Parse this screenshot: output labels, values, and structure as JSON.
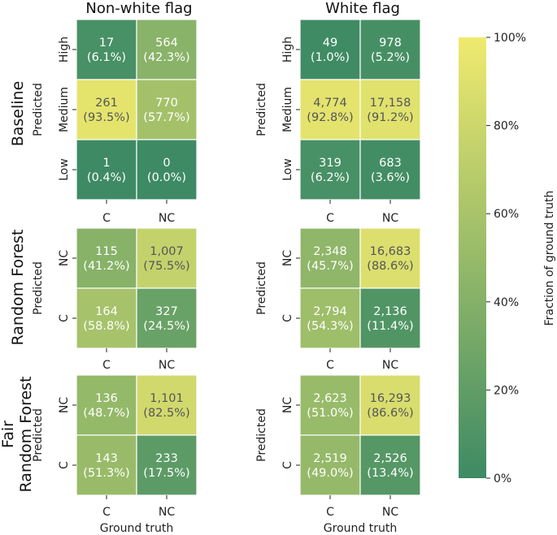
{
  "chart_data": {
    "type": "heatmap",
    "colorbar": {
      "label": "Fraction of ground truth",
      "ticks": [
        "0%",
        "20%",
        "40%",
        "60%",
        "80%",
        "100%"
      ],
      "range": [
        0,
        1
      ],
      "colors": [
        "#3d8a64",
        "#f0ea6e"
      ]
    },
    "column_titles": [
      "Non-white flag",
      "White flag"
    ],
    "x_label": "Ground truth",
    "y_label": "Predicted",
    "x_categories": [
      "C",
      "NC"
    ],
    "blocks": [
      {
        "row_title": [
          "Baseline"
        ],
        "y_categories": [
          "High",
          "Medium",
          "Low"
        ],
        "panels": [
          {
            "cells": [
              [
                {
                  "count": "17",
                  "pct": "(6.1%)",
                  "frac": 0.061
                },
                {
                  "count": "564",
                  "pct": "(42.3%)",
                  "frac": 0.423
                }
              ],
              [
                {
                  "count": "261",
                  "pct": "(93.5%)",
                  "frac": 0.935
                },
                {
                  "count": "770",
                  "pct": "(57.7%)",
                  "frac": 0.577
                }
              ],
              [
                {
                  "count": "1",
                  "pct": "(0.4%)",
                  "frac": 0.004
                },
                {
                  "count": "0",
                  "pct": "(0.0%)",
                  "frac": 0.0
                }
              ]
            ]
          },
          {
            "cells": [
              [
                {
                  "count": "49",
                  "pct": "(1.0%)",
                  "frac": 0.01
                },
                {
                  "count": "978",
                  "pct": "(5.2%)",
                  "frac": 0.052
                }
              ],
              [
                {
                  "count": "4,774",
                  "pct": "(92.8%)",
                  "frac": 0.928
                },
                {
                  "count": "17,158",
                  "pct": "(91.2%)",
                  "frac": 0.912
                }
              ],
              [
                {
                  "count": "319",
                  "pct": "(6.2%)",
                  "frac": 0.062
                },
                {
                  "count": "683",
                  "pct": "(3.6%)",
                  "frac": 0.036
                }
              ]
            ]
          }
        ]
      },
      {
        "row_title": [
          "Random Forest"
        ],
        "y_categories": [
          "NC",
          "C"
        ],
        "panels": [
          {
            "cells": [
              [
                {
                  "count": "115",
                  "pct": "(41.2%)",
                  "frac": 0.412
                },
                {
                  "count": "1,007",
                  "pct": "(75.5%)",
                  "frac": 0.755
                }
              ],
              [
                {
                  "count": "164",
                  "pct": "(58.8%)",
                  "frac": 0.588
                },
                {
                  "count": "327",
                  "pct": "(24.5%)",
                  "frac": 0.245
                }
              ]
            ]
          },
          {
            "cells": [
              [
                {
                  "count": "2,348",
                  "pct": "(45.7%)",
                  "frac": 0.457
                },
                {
                  "count": "16,683",
                  "pct": "(88.6%)",
                  "frac": 0.886
                }
              ],
              [
                {
                  "count": "2,794",
                  "pct": "(54.3%)",
                  "frac": 0.543
                },
                {
                  "count": "2,136",
                  "pct": "(11.4%)",
                  "frac": 0.114
                }
              ]
            ]
          }
        ]
      },
      {
        "row_title": [
          "Fair",
          "Random Forest"
        ],
        "y_categories": [
          "NC",
          "C"
        ],
        "panels": [
          {
            "cells": [
              [
                {
                  "count": "136",
                  "pct": "(48.7%)",
                  "frac": 0.487
                },
                {
                  "count": "1,101",
                  "pct": "(82.5%)",
                  "frac": 0.825
                }
              ],
              [
                {
                  "count": "143",
                  "pct": "(51.3%)",
                  "frac": 0.513
                },
                {
                  "count": "233",
                  "pct": "(17.5%)",
                  "frac": 0.175
                }
              ]
            ]
          },
          {
            "cells": [
              [
                {
                  "count": "2,623",
                  "pct": "(51.0%)",
                  "frac": 0.51
                },
                {
                  "count": "16,293",
                  "pct": "(86.6%)",
                  "frac": 0.866
                }
              ],
              [
                {
                  "count": "2,519",
                  "pct": "(49.0%)",
                  "frac": 0.49
                },
                {
                  "count": "2,526",
                  "pct": "(13.4%)",
                  "frac": 0.134
                }
              ]
            ]
          }
        ]
      }
    ]
  }
}
